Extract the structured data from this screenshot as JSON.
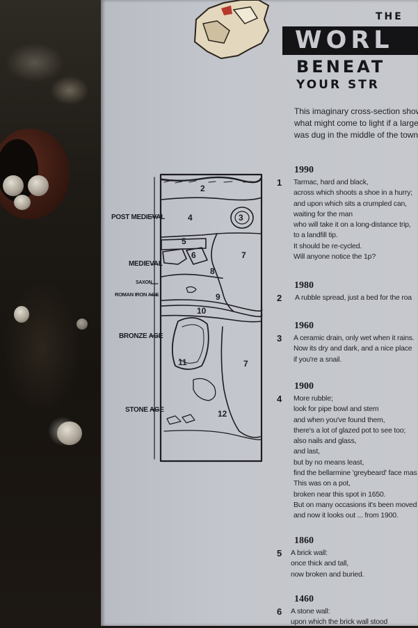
{
  "panel": {
    "title": {
      "the": "THE",
      "world": "WORL",
      "beneath": "BENEAT",
      "your_street": "YOUR STR"
    },
    "intro": [
      "This imaginary cross-section show",
      "what might come to light if a large",
      "was dug in the middle of the town."
    ]
  },
  "diagram": {
    "eras": {
      "post_medieval": "POST MEDIEVAL",
      "medieval": "MEDIEVAL",
      "saxon": "SAXON",
      "roman_iron_age": "ROMAN  IRON AGE",
      "bronze_age": "BRONZE AGE",
      "stone_age": "STONE AGE"
    },
    "layer_numbers": {
      "n2": "2",
      "n3": "3",
      "n4": "4",
      "n5": "5",
      "n6": "6",
      "n7a": "7",
      "n8": "8",
      "n9": "9",
      "n10": "10",
      "n11": "11",
      "n7b": "7",
      "n12": "12"
    }
  },
  "timeline": [
    {
      "year": "1990",
      "number": "1",
      "lines": [
        "Tarmac, hard and black,",
        "across which shoots a shoe in a hurry;",
        "and upon which sits a crumpled can,",
        "waiting for the man",
        "who will take it on a long-distance trip,",
        "to a landfill tip.",
        "It should be re-cycled.",
        "Will anyone notice the 1p?"
      ]
    },
    {
      "year": "1980",
      "number": "2",
      "lines": [
        "A rubble spread, just a bed for the roa"
      ]
    },
    {
      "year": "1960",
      "number": "3",
      "lines": [
        "A ceramic drain, only wet when it rains.",
        "Now its dry and dark, and a nice place",
        "if you're a snail."
      ]
    },
    {
      "year": "1900",
      "number": "4",
      "lines": [
        "More rubble;",
        "look for pipe bowl and stem",
        "and when you've found them,",
        "there's a lot of glazed pot to see too;",
        "also nails and glass,",
        "and last,",
        "but by no means least,",
        "find the bellarmine 'greybeard' face mas",
        "This was on a pot,",
        "broken near this spot in 1650.",
        "But on many occasions it's been moved",
        "and now it looks out ... from 1900."
      ]
    },
    {
      "year": "1860",
      "number": "5",
      "lines": [
        "A brick wall:",
        "once thick and tall,",
        "now broken and buried."
      ]
    },
    {
      "year": "1460",
      "number": "6",
      "lines": [
        "A stone wall:",
        "upon which the brick wall stood"
      ]
    }
  ],
  "colors": {
    "panel": "#c3c6cc",
    "ink": "#1c1c22",
    "title_bar": "#141417"
  }
}
